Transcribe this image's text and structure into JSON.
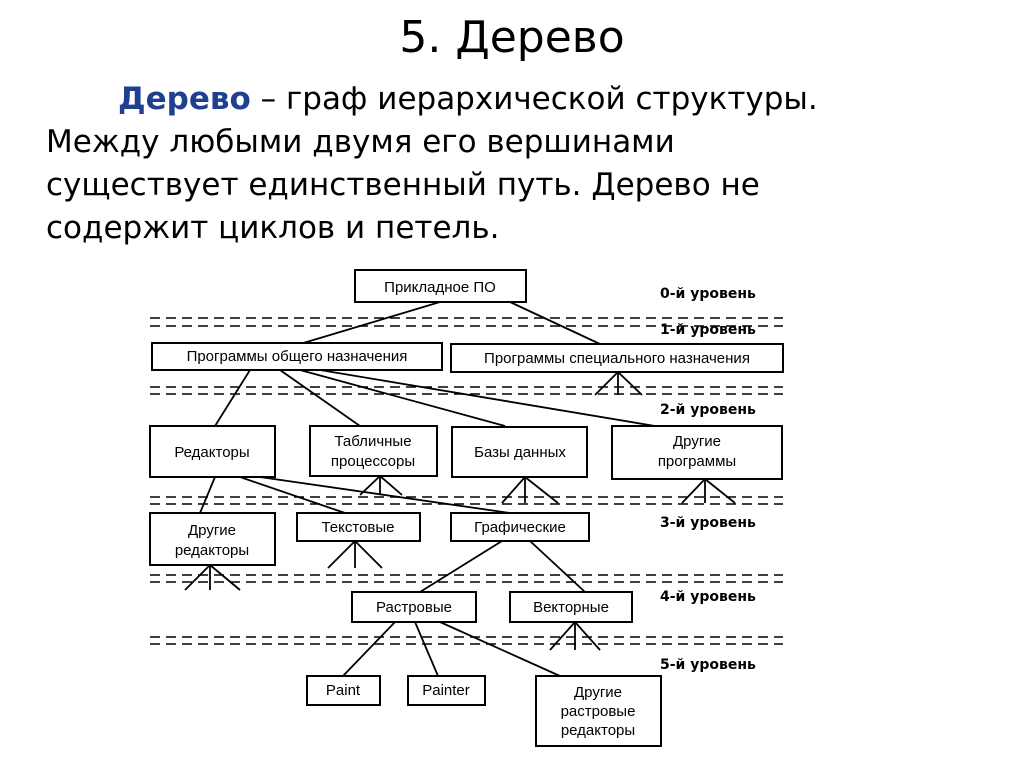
{
  "slide": {
    "title": "5. Дерево",
    "term": "Дерево",
    "definition_line1_rest": " – граф иерархической структуры.",
    "definition_line2": "Между любыми двумя его вершинами",
    "definition_line3": "существует единственный путь. Дерево не",
    "definition_line4": "содержит циклов и петель."
  },
  "diagram": {
    "levels": [
      "0-й уровень",
      "1-й уровень",
      "2-й уровень",
      "3-й уровень",
      "4-й уровень",
      "5-й уровень"
    ],
    "nodes": {
      "root": [
        "Прикладное ПО"
      ],
      "general": [
        "Программы общего назначения"
      ],
      "special": [
        "Программы специального назначения"
      ],
      "editors": [
        "Редакторы"
      ],
      "spreadsheets": [
        "Табличные",
        "процессоры"
      ],
      "databases": [
        "Базы данных"
      ],
      "other_programs": [
        "Другие",
        "программы"
      ],
      "other_editors": [
        "Другие",
        "редакторы"
      ],
      "text": [
        "Текстовые"
      ],
      "graphic": [
        "Графические"
      ],
      "raster": [
        "Растровые"
      ],
      "vector": [
        "Векторные"
      ],
      "paint": [
        "Paint"
      ],
      "painter": [
        "Painter"
      ],
      "other_raster": [
        "Другие",
        "растровые",
        "редакторы"
      ]
    }
  }
}
